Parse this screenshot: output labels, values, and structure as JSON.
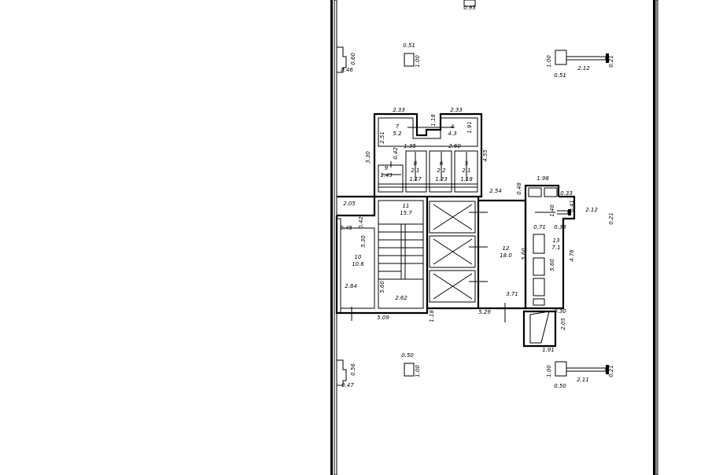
{
  "plan": {
    "rooms": [
      {
        "number": "7",
        "area": "5.2"
      },
      {
        "number": "4",
        "area": "4.3"
      },
      {
        "number": "9",
        "area": "1.43"
      },
      {
        "number": "8",
        "area": "2.1",
        "sub": "1.17"
      },
      {
        "number": "6",
        "area": "2.2",
        "sub": "1.23"
      },
      {
        "number": "5",
        "area": "2.1",
        "sub": "1.18"
      },
      {
        "number": "10",
        "area": "10.6"
      },
      {
        "number": "11",
        "area": "15.7"
      },
      {
        "number": "12",
        "area": "18.0"
      },
      {
        "number": "13",
        "area": "7.1"
      }
    ],
    "dimensions": [
      "0.95",
      "0.51",
      "1.00",
      "0.60",
      "0.46",
      "1.00",
      "0.51",
      "2.12",
      "0.21",
      "2.33",
      "2.33",
      "1.18",
      "1.91",
      "2.51",
      "3.30",
      "0.42",
      "1.35",
      "2.60",
      "4.55",
      "2.54",
      "0.48",
      "1.98",
      "0.33",
      "0.41",
      "2.12",
      "0.21",
      "2.05",
      "0.42",
      "0.45",
      "5.30",
      "2.84",
      "5.09",
      "5.60",
      "2.62",
      "1.18",
      "5.60",
      "3.71",
      "5.29",
      "1.40",
      "0.71",
      "0.33",
      "5.60",
      "4.76",
      "0.30",
      "2.05",
      "1.91",
      "0.50",
      "1.00",
      "0.56",
      "0.47",
      "1.00",
      "0.50",
      "2.11",
      "0.21"
    ]
  }
}
